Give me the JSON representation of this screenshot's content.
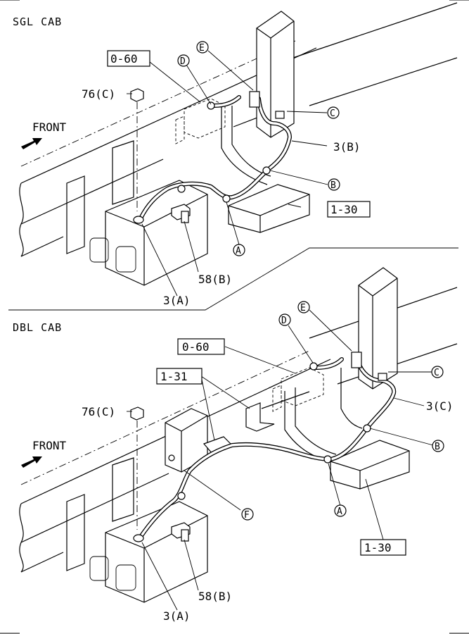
{
  "sgl": {
    "title": "SGL CAB",
    "front": "FRONT",
    "callouts": {
      "box_0_60": "0-60",
      "box_1_30": "1-30",
      "nut": "76(C)",
      "bolt": "58(B)",
      "pipe_a": "3(A)",
      "pipe_b": "3(B)",
      "clip_a": "A",
      "clip_b": "B",
      "clip_c": "C",
      "clip_d": "D",
      "clip_e": "E"
    }
  },
  "dbl": {
    "title": "DBL CAB",
    "front": "FRONT",
    "callouts": {
      "box_0_60": "0-60",
      "box_1_31": "1-31",
      "box_1_30": "1-30",
      "nut": "76(C)",
      "bolt": "58(B)",
      "pipe_a": "3(A)",
      "pipe_c": "3(C)",
      "clip_a": "A",
      "clip_b": "B",
      "clip_c": "C",
      "clip_d": "D",
      "clip_e": "E",
      "clip_f": "F"
    }
  }
}
